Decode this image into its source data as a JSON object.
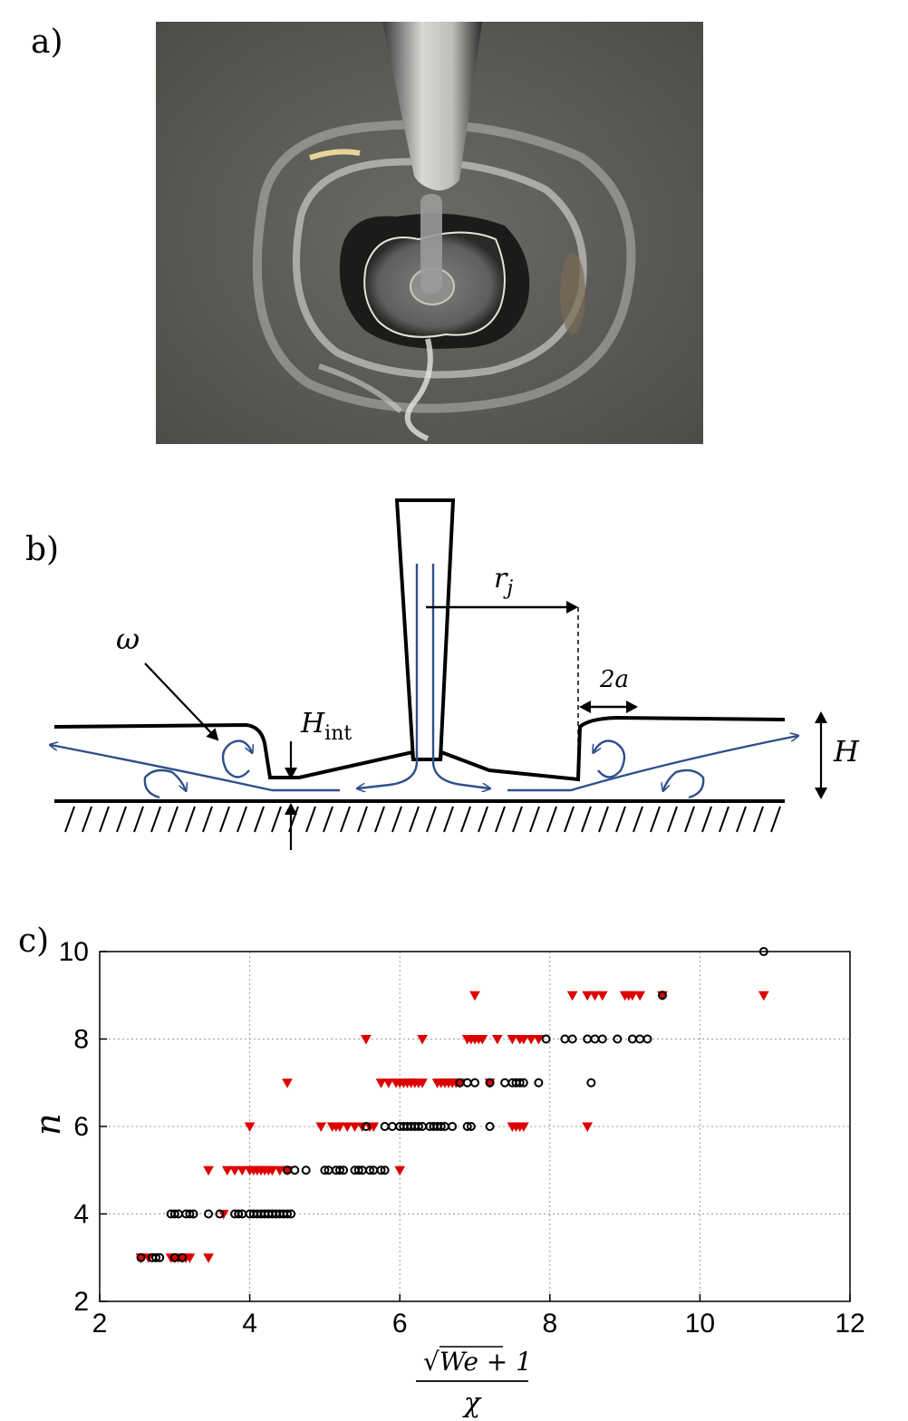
{
  "panels": {
    "a": {
      "label": "a)"
    },
    "b": {
      "label": "b)",
      "annotations": {
        "r_j": "r",
        "r_j_sub": "j",
        "two_a": "2a",
        "omega": "ω",
        "H_int": "H",
        "H_int_sub": "int",
        "H": "H"
      }
    },
    "c": {
      "label": "c)"
    }
  },
  "colors": {
    "flow_lines": "#2f4f8a",
    "red_series": "#dd0000",
    "black_series": "#000000",
    "grid": "#9a9a9a"
  },
  "chart_data": {
    "type": "scatter",
    "xlabel": "√(We+1) / χ",
    "xlabel_num": "√We + 1",
    "xlabel_den": "χ",
    "ylabel": "n",
    "xlim": [
      2,
      12
    ],
    "ylim": [
      2,
      10
    ],
    "xticks": [
      "2",
      "4",
      "6",
      "8",
      "10",
      "12"
    ],
    "yticks": [
      "2",
      "4",
      "6",
      "8",
      "10"
    ],
    "grid": true,
    "series": [
      {
        "marker": "triangle-down",
        "color": "#dd0000",
        "points": [
          [
            2.55,
            3
          ],
          [
            2.65,
            3
          ],
          [
            2.95,
            3
          ],
          [
            3.0,
            3
          ],
          [
            3.05,
            3
          ],
          [
            3.1,
            3
          ],
          [
            3.15,
            3
          ],
          [
            3.2,
            3
          ],
          [
            3.45,
            3
          ],
          [
            3.45,
            5
          ],
          [
            3.7,
            5
          ],
          [
            3.8,
            5
          ],
          [
            3.9,
            5
          ],
          [
            4.0,
            5
          ],
          [
            4.05,
            5
          ],
          [
            4.1,
            5
          ],
          [
            4.15,
            5
          ],
          [
            4.2,
            5
          ],
          [
            4.25,
            5
          ],
          [
            4.3,
            5
          ],
          [
            4.4,
            5
          ],
          [
            4.5,
            5
          ],
          [
            6.0,
            5
          ],
          [
            3.65,
            4
          ],
          [
            4.0,
            6
          ],
          [
            4.95,
            6
          ],
          [
            5.1,
            6
          ],
          [
            5.15,
            6
          ],
          [
            5.2,
            6
          ],
          [
            5.3,
            6
          ],
          [
            5.4,
            6
          ],
          [
            5.5,
            6
          ],
          [
            5.6,
            6
          ],
          [
            5.65,
            6
          ],
          [
            7.5,
            6
          ],
          [
            7.55,
            6
          ],
          [
            7.6,
            6
          ],
          [
            7.65,
            6
          ],
          [
            8.5,
            6
          ],
          [
            4.5,
            7
          ],
          [
            5.75,
            7
          ],
          [
            5.85,
            7
          ],
          [
            5.95,
            7
          ],
          [
            6.0,
            7
          ],
          [
            6.05,
            7
          ],
          [
            6.1,
            7
          ],
          [
            6.15,
            7
          ],
          [
            6.2,
            7
          ],
          [
            6.25,
            7
          ],
          [
            6.3,
            7
          ],
          [
            6.5,
            7
          ],
          [
            6.55,
            7
          ],
          [
            6.6,
            7
          ],
          [
            6.65,
            7
          ],
          [
            6.7,
            7
          ],
          [
            6.75,
            7
          ],
          [
            6.8,
            7
          ],
          [
            7.2,
            7
          ],
          [
            5.55,
            8
          ],
          [
            6.3,
            8
          ],
          [
            6.9,
            8
          ],
          [
            6.95,
            8
          ],
          [
            7.0,
            8
          ],
          [
            7.05,
            8
          ],
          [
            7.1,
            8
          ],
          [
            7.3,
            8
          ],
          [
            7.5,
            8
          ],
          [
            7.6,
            8
          ],
          [
            7.65,
            8
          ],
          [
            7.75,
            8
          ],
          [
            7.85,
            8
          ],
          [
            7.0,
            9
          ],
          [
            8.3,
            9
          ],
          [
            8.5,
            9
          ],
          [
            8.6,
            9
          ],
          [
            8.7,
            9
          ],
          [
            9.0,
            9
          ],
          [
            9.05,
            9
          ],
          [
            9.1,
            9
          ],
          [
            9.2,
            9
          ],
          [
            9.5,
            9
          ],
          [
            10.85,
            9
          ]
        ]
      },
      {
        "marker": "circle",
        "color": "#000000",
        "points": [
          [
            2.55,
            3
          ],
          [
            2.7,
            3
          ],
          [
            2.75,
            3
          ],
          [
            2.8,
            3
          ],
          [
            3.0,
            3
          ],
          [
            3.1,
            3
          ],
          [
            2.95,
            4
          ],
          [
            3.0,
            4
          ],
          [
            3.05,
            4
          ],
          [
            3.15,
            4
          ],
          [
            3.2,
            4
          ],
          [
            3.25,
            4
          ],
          [
            3.45,
            4
          ],
          [
            3.6,
            4
          ],
          [
            3.8,
            4
          ],
          [
            3.85,
            4
          ],
          [
            3.9,
            4
          ],
          [
            4.0,
            4
          ],
          [
            4.05,
            4
          ],
          [
            4.1,
            4
          ],
          [
            4.15,
            4
          ],
          [
            4.2,
            4
          ],
          [
            4.25,
            4
          ],
          [
            4.3,
            4
          ],
          [
            4.35,
            4
          ],
          [
            4.4,
            4
          ],
          [
            4.45,
            4
          ],
          [
            4.5,
            4
          ],
          [
            4.55,
            4
          ],
          [
            4.5,
            5
          ],
          [
            4.6,
            5
          ],
          [
            4.75,
            5
          ],
          [
            5.0,
            5
          ],
          [
            5.05,
            5
          ],
          [
            5.15,
            5
          ],
          [
            5.2,
            5
          ],
          [
            5.25,
            5
          ],
          [
            5.4,
            5
          ],
          [
            5.45,
            5
          ],
          [
            5.5,
            5
          ],
          [
            5.6,
            5
          ],
          [
            5.65,
            5
          ],
          [
            5.75,
            5
          ],
          [
            5.8,
            5
          ],
          [
            5.55,
            6
          ],
          [
            5.8,
            6
          ],
          [
            5.9,
            6
          ],
          [
            6.0,
            6
          ],
          [
            6.05,
            6
          ],
          [
            6.1,
            6
          ],
          [
            6.15,
            6
          ],
          [
            6.2,
            6
          ],
          [
            6.25,
            6
          ],
          [
            6.3,
            6
          ],
          [
            6.4,
            6
          ],
          [
            6.45,
            6
          ],
          [
            6.5,
            6
          ],
          [
            6.55,
            6
          ],
          [
            6.6,
            6
          ],
          [
            6.7,
            6
          ],
          [
            6.9,
            6
          ],
          [
            6.95,
            6
          ],
          [
            7.2,
            6
          ],
          [
            6.8,
            7
          ],
          [
            6.9,
            7
          ],
          [
            7.0,
            7
          ],
          [
            7.2,
            7
          ],
          [
            7.4,
            7
          ],
          [
            7.5,
            7
          ],
          [
            7.55,
            7
          ],
          [
            7.6,
            7
          ],
          [
            7.65,
            7
          ],
          [
            7.85,
            7
          ],
          [
            8.55,
            7
          ],
          [
            7.95,
            8
          ],
          [
            8.2,
            8
          ],
          [
            8.3,
            8
          ],
          [
            8.5,
            8
          ],
          [
            8.6,
            8
          ],
          [
            8.7,
            8
          ],
          [
            8.9,
            8
          ],
          [
            9.1,
            8
          ],
          [
            9.2,
            8
          ],
          [
            9.3,
            8
          ],
          [
            9.5,
            9
          ],
          [
            10.85,
            10
          ]
        ]
      }
    ]
  }
}
